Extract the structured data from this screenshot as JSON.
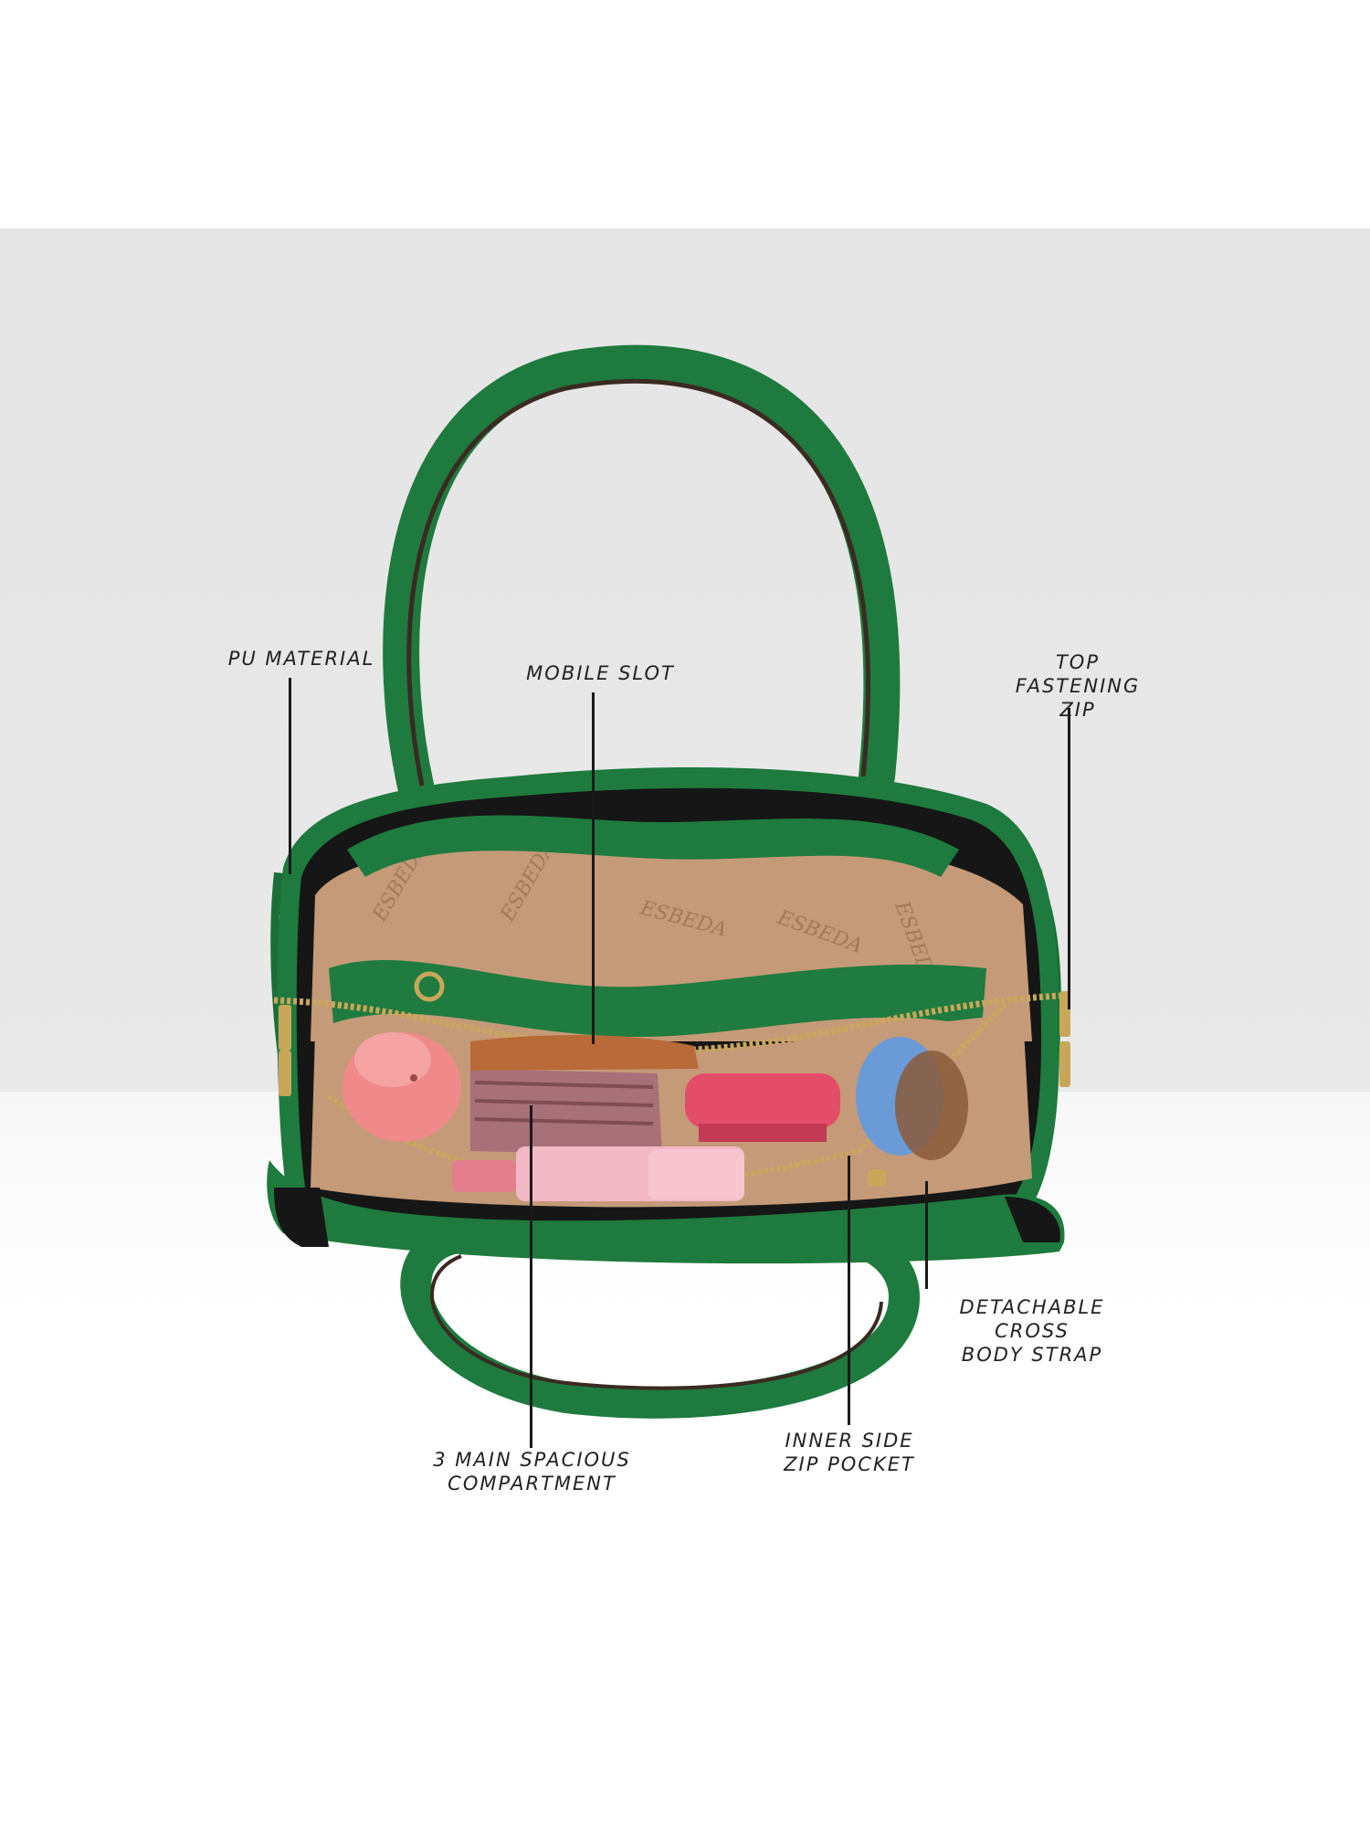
{
  "callouts": {
    "pu_material": "PU MATERIAL",
    "mobile_slot": "MOBILE SLOT",
    "top_zip": "TOP FASTENING\nZIP",
    "cross_strap": "DETACHABLE CROSS\nBODY STRAP",
    "main_compartment": "3 MAIN SPACIOUS\nCOMPARTMENT",
    "inner_zip": "INNER SIDE\nZIP POCKET"
  },
  "brand_print": "ESBEDA",
  "colors": {
    "bag_green": "#1e7a3e",
    "bag_dark_green": "#0f5a2a",
    "lining_tan": "#c49a78",
    "zip_gold": "#c9a75a",
    "leader": "#1a1a1a"
  }
}
